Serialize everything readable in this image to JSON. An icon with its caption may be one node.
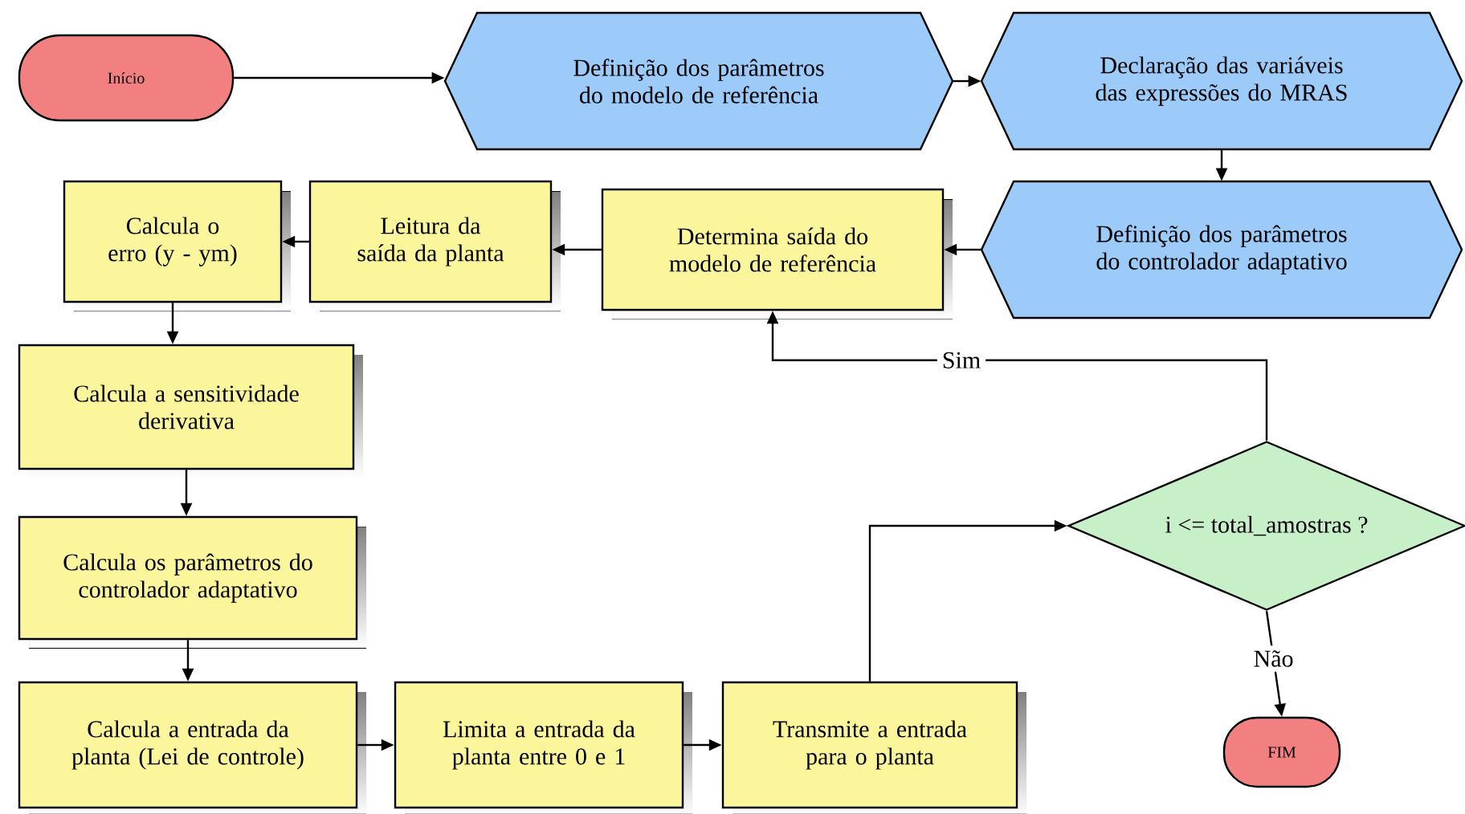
{
  "diagram": {
    "nodes": [
      {
        "text": [
          "Início"
        ]
      },
      {
        "text": [
          "Definição dos parâmetros do modelo de referência"
        ]
      },
      {
        "text": [
          "Declaração das variáveis das expressões do MRAS"
        ]
      },
      {
        "text": [
          "Definição dos parâmetros do controlador adaptativo"
        ]
      },
      {
        "text": [
          "Determina saída do modelo de referência"
        ]
      },
      {
        "text": [
          "Leitura da saída da planta"
        ]
      },
      {
        "text": [
          "Calcula o erro (y - ym)"
        ]
      },
      {
        "text": [
          "Calcula a sensitividade derivativa"
        ]
      },
      {
        "text": [
          "Calcula os parâmetros do controlador adaptativo"
        ]
      },
      {
        "text": [
          "Calcula a entrada da planta (Lei de controle)"
        ]
      },
      {
        "text": [
          "Limita a entrada da planta entre 0  e 1"
        ]
      },
      {
        "text": [
          "Transmite a entrada para o planta"
        ]
      },
      {
        "text": [
          "i <= total_amostras ?"
        ]
      },
      {
        "text": [
          "FIM"
        ]
      }
    ],
    "edges": [
      {
        "from": 0,
        "to": 1,
        "arrow": "to"
      },
      {
        "from": 1,
        "to": 2,
        "arrow": "to"
      },
      {
        "from": 2,
        "to": 3,
        "arrow": "to"
      },
      {
        "from": 3,
        "to": 4,
        "arrow": "to"
      },
      {
        "from": 4,
        "to": 5,
        "arrow": "to"
      },
      {
        "from": 5,
        "to": 6,
        "arrow": "to"
      },
      {
        "from": 6,
        "to": 7,
        "arrow": "to"
      },
      {
        "from": 7,
        "to": 8,
        "arrow": "to"
      },
      {
        "from": 8,
        "to": 9,
        "arrow": "to"
      },
      {
        "from": 9,
        "to": 10,
        "arrow": "to"
      },
      {
        "from": 10,
        "to": 11,
        "arrow": "to"
      },
      {
        "from": 11,
        "to": 12,
        "arrow": "to"
      },
      {
        "from": 12,
        "to": 4,
        "arrow": "to",
        "label": "Sim"
      },
      {
        "from": 12,
        "to": 13,
        "arrow": "to",
        "label": "Não"
      }
    ]
  }
}
